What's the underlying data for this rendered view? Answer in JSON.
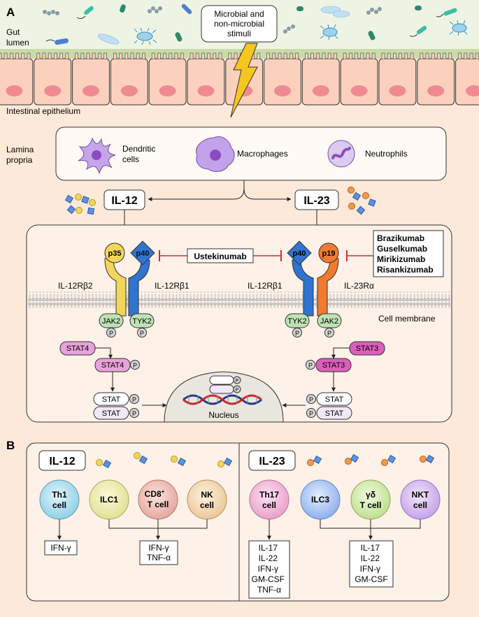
{
  "panel_a": {
    "letter": "A",
    "gut_lumen": [
      "Gut",
      "lumen"
    ],
    "stimuli": [
      "Microbial and",
      "non-microbial",
      "stimuli"
    ],
    "epithelium": "Intestinal epithelium",
    "lamina_propria": [
      "Lamina",
      "propria"
    ],
    "cells": {
      "dendritic": [
        "Dendritic",
        "cells"
      ],
      "macrophages": "Macrophages",
      "neutrophils": "Neutrophils"
    },
    "il12": "IL-12",
    "il23": "IL-23",
    "p35": "p35",
    "p40": "p40",
    "p19": "p19",
    "ustekinumab": "Ustekinumab",
    "drugs": [
      "Brazikumab",
      "Guselkumab",
      "Mirikizumab",
      "Risankizumab"
    ],
    "receptors": {
      "il12rb2": "IL-12Rβ2",
      "il12rb1": "IL-12Rβ1",
      "il23ra": "IL-23Rα"
    },
    "kinases": {
      "jak2": "JAK2",
      "tyk2": "TYK2",
      "p": "P"
    },
    "cell_membrane": "Cell membrane",
    "stat4": "STAT4",
    "stat3": "STAT3",
    "stat": "STAT",
    "nucleus": "Nucleus"
  },
  "panel_b": {
    "letter": "B",
    "il12": {
      "title": "IL-12",
      "cells": {
        "th1": [
          "Th1",
          "cell"
        ],
        "ilc1": "ILC1",
        "cd8": [
          "CD8",
          "+",
          "T cell"
        ],
        "nk": [
          "NK",
          "cell"
        ]
      },
      "th1_output": "IFN-γ",
      "group_output": [
        "IFN-γ",
        "TNF-α"
      ]
    },
    "il23": {
      "title": "IL-23",
      "cells": {
        "th17": [
          "Th17",
          "cell"
        ],
        "ilc3": "ILC3",
        "gd": [
          "γδ",
          "T cell"
        ],
        "nkt": [
          "NKT",
          "cell"
        ]
      },
      "th17_output": [
        "IL-17",
        "IL-22",
        "IFN-γ",
        "GM-CSF",
        "TNF-α"
      ],
      "group_output": [
        "IL-17",
        "IL-22",
        "IFN-γ",
        "GM-CSF"
      ]
    }
  },
  "colors": {
    "background": "#fde9da",
    "lumen": "#eef4e4",
    "mucus": "#c9dca8",
    "cell": "#fbd1bd",
    "nucleus_pink": "#f08a92",
    "p35": "#f7c948",
    "p40": "#2f74d0",
    "p19": "#f07a30",
    "stat4": "#e7a3d9",
    "stat3": "#db5fbb",
    "inhibitor": "#d62d2d"
  }
}
